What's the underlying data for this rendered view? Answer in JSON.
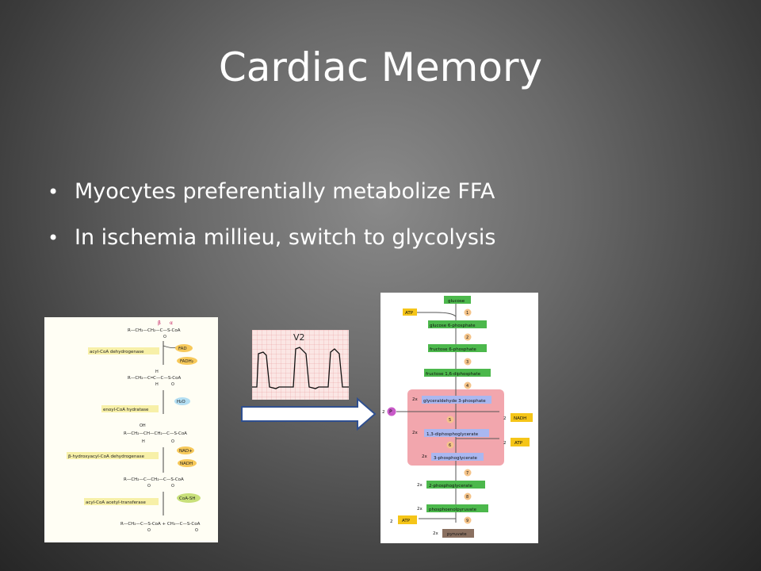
{
  "slide": {
    "title": "Cardiac Memory",
    "bullets": [
      "Myocytes preferentially metabolize FFA",
      "In ischemia millieu, switch to glycolysis"
    ]
  },
  "beta_oxidation": {
    "greek": [
      "β",
      "α"
    ],
    "formulas": [
      "R—CH₂—CH₂—C—S-CoA",
      "R—CH₂—C═C—C—S-CoA",
      "R—CH₂—CH—CH₂—C—S-CoA",
      "R—CH₂—C—CH₂—C—S-CoA",
      "R—CH₂—C—S-CoA + CH₃—C—S-CoA"
    ],
    "atoms": [
      "O",
      "H",
      "H",
      "O",
      "OH",
      "H",
      "O",
      "O",
      "O",
      "O",
      "O"
    ],
    "enzymes": [
      "acyl-CoA dehydrogenase",
      "enoyl-CoA hydratase",
      "β-hydroxyacyl-CoA dehydrogenase",
      "acyl-CoA acetyl-transferase"
    ],
    "cofactors": [
      "FAD",
      "FADH₂",
      "H₂O",
      "NAD+",
      "NADH",
      "CoA-SH"
    ]
  },
  "ecg": {
    "lead": "V2"
  },
  "glycolysis": {
    "metabolites": [
      "glucose",
      "glucose 6-phosphate",
      "fructose 6-phosphate",
      "fructose 1,6-diphosphate",
      "glyceraldehyde 3-phosphate",
      "1,3-diphosphoglycerate",
      "3-phosphoglycerate",
      "2-phosphoglycerate",
      "phosphoenolpyruvate",
      "pyruvate"
    ],
    "steps": [
      "1",
      "2",
      "3",
      "4",
      "5",
      "6",
      "7",
      "8",
      "9"
    ],
    "multipliers": [
      "2x",
      "2x",
      "2x",
      "2x",
      "2x",
      "2x"
    ],
    "inputs": {
      "atp": "ATP",
      "pi_coef": "2",
      "pi": "P"
    },
    "outputs": [
      {
        "coef": "2",
        "label": "NADH"
      },
      {
        "coef": "2",
        "label": "ATP"
      },
      {
        "coef": "2",
        "label": "ATP"
      }
    ],
    "colors": {
      "metabolite": "#4cb84c",
      "highlight_box": "#f2a6ad",
      "triose": "#a9b7f0",
      "step": "#f5c48a",
      "energy": "#f5c518",
      "pyruvate": "#8a7060",
      "phosphate": "#c85ac8"
    }
  }
}
